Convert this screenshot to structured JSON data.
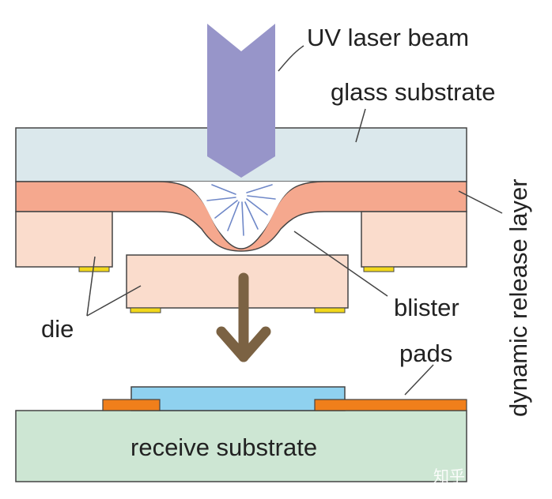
{
  "labels": {
    "laser": "UV laser beam",
    "glass": "glass substrate",
    "release": "dynamic release layer",
    "blister": "blister",
    "die": "die",
    "pads": "pads",
    "receive": "receive substrate"
  },
  "watermark": "知乎 @涂猪猪",
  "colors": {
    "glass": "#dbe8ec",
    "release_layer": "#f5a88e",
    "die": "#fadccc",
    "pad_gold": "#f2d81b",
    "beam": "#9795c9",
    "arrow": "#7b6243",
    "receive_substrate": "#cde6d3",
    "bond_layer": "#8fd1ef",
    "pad_orange": "#f07f1b",
    "outline": "#444444",
    "blast_lines": "#6f88c8"
  }
}
